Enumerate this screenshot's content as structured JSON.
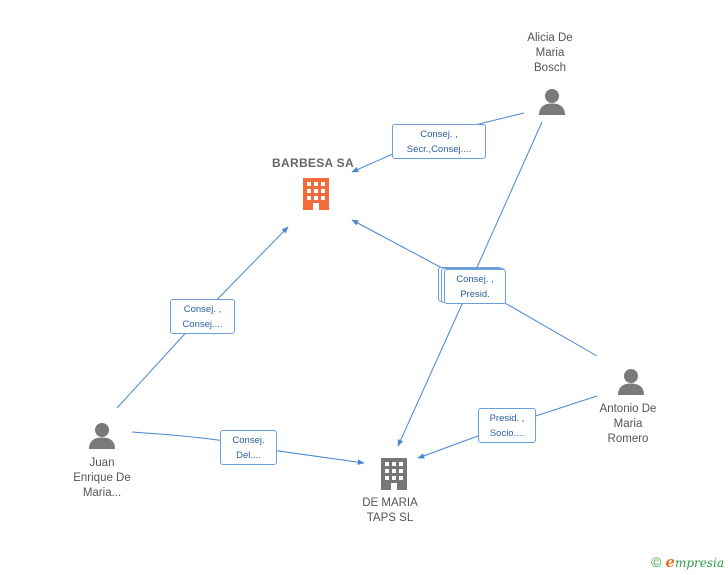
{
  "nodes": {
    "alicia": {
      "lines": [
        "Alicia De",
        "Maria",
        "Bosch"
      ]
    },
    "barbesa": {
      "lines": [
        "BARBESA SA"
      ]
    },
    "juan": {
      "lines": [
        "Juan",
        "Enrique De",
        "Maria..."
      ]
    },
    "antonio": {
      "lines": [
        "Antonio De",
        "Maria",
        "Romero"
      ]
    },
    "demaria": {
      "lines": [
        "DE MARIA",
        "TAPS SL"
      ]
    }
  },
  "edge_labels": {
    "alicia_barbesa": [
      "Consej. ,",
      "Secr.,Consej...."
    ],
    "juan_barbesa": [
      "Consej. ,",
      "Consej...."
    ],
    "antonio_barbesa": [
      "Consej. ,",
      "Presid."
    ],
    "juan_demaria": [
      "Consej.",
      "Del...."
    ],
    "antonio_demaria": [
      "Presid. ,",
      "Socio...."
    ]
  },
  "colors": {
    "edge": "#4a86d0",
    "company_main": "#f26b3a",
    "company_other": "#777777",
    "person": "#7a7a7a"
  },
  "icons": {
    "person": "person-icon",
    "company": "building-icon"
  },
  "footer": {
    "copyright": "©",
    "brand_initial": "e",
    "brand_rest": "mpresia"
  }
}
